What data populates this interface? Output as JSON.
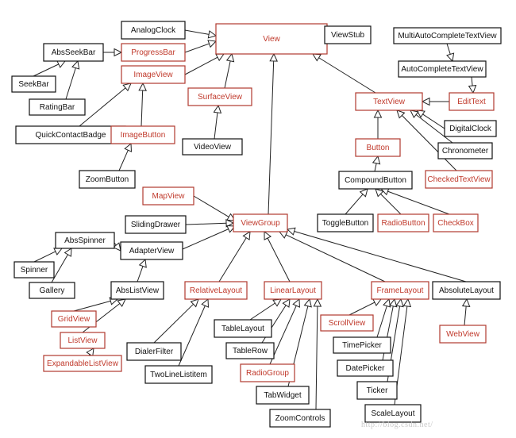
{
  "colors": {
    "framework_class": "#c0392b",
    "other_class": "#111111",
    "edge": "#222222"
  },
  "nodes": [
    {
      "id": "View",
      "label": "View",
      "color": "red"
    },
    {
      "id": "ViewStub",
      "label": "ViewStub",
      "color": "black"
    },
    {
      "id": "AnalogClock",
      "label": "AnalogClock",
      "color": "black"
    },
    {
      "id": "AbsSeekBar",
      "label": "AbsSeekBar",
      "color": "black"
    },
    {
      "id": "ProgressBar",
      "label": "ProgressBar",
      "color": "red"
    },
    {
      "id": "SeekBar",
      "label": "SeekBar",
      "color": "black"
    },
    {
      "id": "RatingBar",
      "label": "RatingBar",
      "color": "black"
    },
    {
      "id": "ImageView",
      "label": "ImageView",
      "color": "red"
    },
    {
      "id": "SurfaceView",
      "label": "SurfaceView",
      "color": "red"
    },
    {
      "id": "QuickContactBadge",
      "label": "QuickContactBadge",
      "color": "black"
    },
    {
      "id": "ImageButton",
      "label": "ImageButton",
      "color": "red"
    },
    {
      "id": "VideoView",
      "label": "VideoView",
      "color": "black"
    },
    {
      "id": "ZoomButton",
      "label": "ZoomButton",
      "color": "black"
    },
    {
      "id": "MultiAutoCompleteTextView",
      "label": "MultiAutoCompleteTextView",
      "color": "black"
    },
    {
      "id": "AutoCompleteTextView",
      "label": "AutoCompleteTextView",
      "color": "black"
    },
    {
      "id": "TextView",
      "label": "TextView",
      "color": "red"
    },
    {
      "id": "EditText",
      "label": "EditText",
      "color": "red"
    },
    {
      "id": "DigitalClock",
      "label": "DigitalClock",
      "color": "black"
    },
    {
      "id": "Button",
      "label": "Button",
      "color": "red"
    },
    {
      "id": "Chronometer",
      "label": "Chronometer",
      "color": "black"
    },
    {
      "id": "CompoundButton",
      "label": "CompoundButton",
      "color": "black"
    },
    {
      "id": "CheckedTextView",
      "label": "CheckedTextView",
      "color": "red"
    },
    {
      "id": "ToggleButton",
      "label": "ToggleButton",
      "color": "black"
    },
    {
      "id": "RadioButton",
      "label": "RadioButton",
      "color": "red"
    },
    {
      "id": "CheckBox",
      "label": "CheckBox",
      "color": "red"
    },
    {
      "id": "MapView",
      "label": "MapView",
      "color": "red"
    },
    {
      "id": "SlidingDrawer",
      "label": "SlidingDrawer",
      "color": "black"
    },
    {
      "id": "ViewGroup",
      "label": "ViewGroup",
      "color": "red"
    },
    {
      "id": "AbsSpinner",
      "label": "AbsSpinner",
      "color": "black"
    },
    {
      "id": "AdapterView",
      "label": "AdapterView",
      "color": "black"
    },
    {
      "id": "Spinner",
      "label": "Spinner",
      "color": "black"
    },
    {
      "id": "Gallery",
      "label": "Gallery",
      "color": "black"
    },
    {
      "id": "AbsListView",
      "label": "AbsListView",
      "color": "black"
    },
    {
      "id": "RelativeLayout",
      "label": "RelativeLayout",
      "color": "red"
    },
    {
      "id": "LinearLayout",
      "label": "LinearLayout",
      "color": "red"
    },
    {
      "id": "FrameLayout",
      "label": "FrameLayout",
      "color": "red"
    },
    {
      "id": "AbsoluteLayout",
      "label": "AbsoluteLayout",
      "color": "black"
    },
    {
      "id": "GridView",
      "label": "GridView",
      "color": "red"
    },
    {
      "id": "ListView",
      "label": "ListView",
      "color": "red"
    },
    {
      "id": "ExpandableListView",
      "label": "ExpandableListView",
      "color": "red"
    },
    {
      "id": "DialerFilter",
      "label": "DialerFilter",
      "color": "black"
    },
    {
      "id": "TwoLineListItem",
      "label": "TwoLineListitem",
      "color": "black"
    },
    {
      "id": "TableLayout",
      "label": "TableLayout",
      "color": "black"
    },
    {
      "id": "TableRow",
      "label": "TableRow",
      "color": "black"
    },
    {
      "id": "RadioGroup",
      "label": "RadioGroup",
      "color": "red"
    },
    {
      "id": "TabWidget",
      "label": "TabWidget",
      "color": "black"
    },
    {
      "id": "ZoomControls",
      "label": "ZoomControls",
      "color": "black"
    },
    {
      "id": "ScrollView",
      "label": "ScrollView",
      "color": "red"
    },
    {
      "id": "TimePicker",
      "label": "TimePicker",
      "color": "black"
    },
    {
      "id": "DatePicker",
      "label": "DatePicker",
      "color": "black"
    },
    {
      "id": "Ticker",
      "label": "Ticker",
      "color": "black"
    },
    {
      "id": "ScaleLayout",
      "label": "ScaleLayout",
      "color": "black"
    },
    {
      "id": "WebView",
      "label": "WebView",
      "color": "red"
    }
  ],
  "edges": [
    {
      "from": "ViewStub",
      "to": "View"
    },
    {
      "from": "AnalogClock",
      "to": "View"
    },
    {
      "from": "ProgressBar",
      "to": "View"
    },
    {
      "from": "ImageView",
      "to": "View"
    },
    {
      "from": "SurfaceView",
      "to": "View"
    },
    {
      "from": "TextView",
      "to": "View"
    },
    {
      "from": "ViewGroup",
      "to": "View"
    },
    {
      "from": "AbsSeekBar",
      "to": "ProgressBar"
    },
    {
      "from": "SeekBar",
      "to": "AbsSeekBar"
    },
    {
      "from": "RatingBar",
      "to": "AbsSeekBar"
    },
    {
      "from": "QuickContactBadge",
      "to": "ImageView"
    },
    {
      "from": "ImageButton",
      "to": "ImageView"
    },
    {
      "from": "ZoomButton",
      "to": "ImageButton"
    },
    {
      "from": "VideoView",
      "to": "SurfaceView"
    },
    {
      "from": "MultiAutoCompleteTextView",
      "to": "AutoCompleteTextView"
    },
    {
      "from": "AutoCompleteTextView",
      "to": "EditText"
    },
    {
      "from": "EditText",
      "to": "TextView"
    },
    {
      "from": "DigitalClock",
      "to": "TextView"
    },
    {
      "from": "Chronometer",
      "to": "TextView"
    },
    {
      "from": "Button",
      "to": "TextView"
    },
    {
      "from": "CheckedTextView",
      "to": "TextView"
    },
    {
      "from": "CompoundButton",
      "to": "Button"
    },
    {
      "from": "ToggleButton",
      "to": "CompoundButton"
    },
    {
      "from": "RadioButton",
      "to": "CompoundButton"
    },
    {
      "from": "CheckBox",
      "to": "CompoundButton"
    },
    {
      "from": "MapView",
      "to": "ViewGroup"
    },
    {
      "from": "SlidingDrawer",
      "to": "ViewGroup"
    },
    {
      "from": "AdapterView",
      "to": "ViewGroup"
    },
    {
      "from": "RelativeLayout",
      "to": "ViewGroup"
    },
    {
      "from": "LinearLayout",
      "to": "ViewGroup"
    },
    {
      "from": "FrameLayout",
      "to": "ViewGroup"
    },
    {
      "from": "AbsoluteLayout",
      "to": "ViewGroup"
    },
    {
      "from": "AbsSpinner",
      "to": "AdapterView"
    },
    {
      "from": "Spinner",
      "to": "AbsSpinner"
    },
    {
      "from": "Gallery",
      "to": "AbsSpinner"
    },
    {
      "from": "AbsListView",
      "to": "AdapterView"
    },
    {
      "from": "GridView",
      "to": "AbsListView"
    },
    {
      "from": "ListView",
      "to": "AbsListView"
    },
    {
      "from": "ExpandableListView",
      "to": "ListView"
    },
    {
      "from": "DialerFilter",
      "to": "RelativeLayout"
    },
    {
      "from": "TwoLineListItem",
      "to": "RelativeLayout"
    },
    {
      "from": "TableLayout",
      "to": "LinearLayout"
    },
    {
      "from": "TableRow",
      "to": "LinearLayout"
    },
    {
      "from": "RadioGroup",
      "to": "LinearLayout"
    },
    {
      "from": "TabWidget",
      "to": "LinearLayout"
    },
    {
      "from": "ZoomControls",
      "to": "LinearLayout"
    },
    {
      "from": "ScrollView",
      "to": "FrameLayout"
    },
    {
      "from": "TimePicker",
      "to": "FrameLayout"
    },
    {
      "from": "DatePicker",
      "to": "FrameLayout"
    },
    {
      "from": "Ticker",
      "to": "FrameLayout"
    },
    {
      "from": "ScaleLayout",
      "to": "FrameLayout"
    },
    {
      "from": "WebView",
      "to": "AbsoluteLayout"
    }
  ],
  "watermark": "http://blog.csdn.net/"
}
